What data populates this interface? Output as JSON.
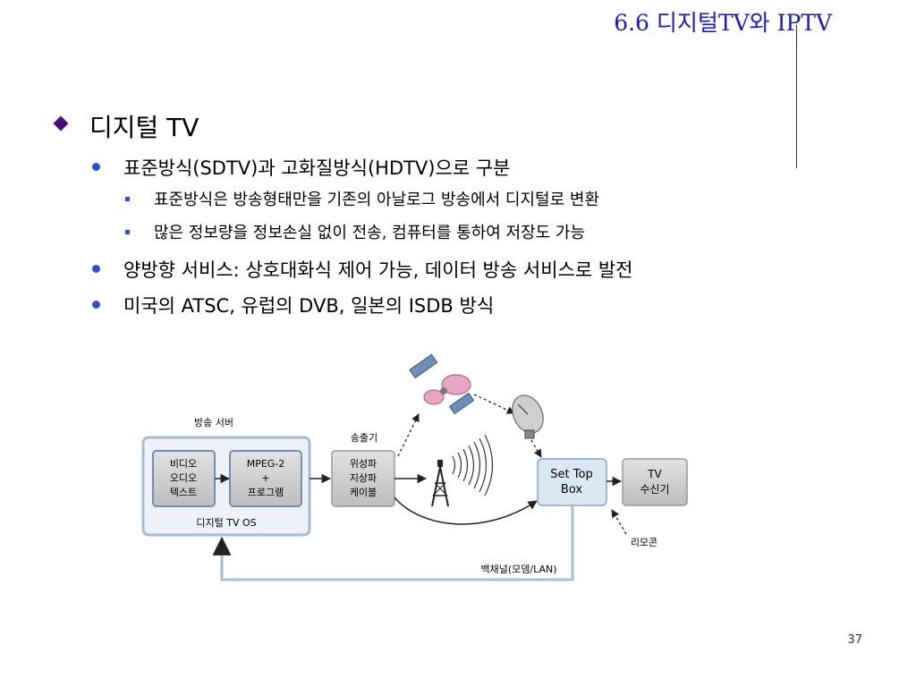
{
  "slide": {
    "title": "6.6 디지털TV와 IPTV",
    "page_number": "37"
  },
  "bullets": {
    "main": "디지털 TV",
    "b1": "표준방식(SDTV)과 고화질방식(HDTV)으로 구분",
    "b1_sub1": "표준방식은 방송형태만을 기존의 아날로그 방송에서 디지털로 변환",
    "b1_sub2": "많은 정보량을 정보손실 없이 전송, 컴퓨터를 통하여 저장도 가능",
    "b2": "양방향 서비스: 상호대화식 제어 가능, 데이터 방송 서비스로 발전",
    "b3": "미국의 ATSC, 유럽의 DVB, 일본의 ISDB 방식"
  },
  "diagram": {
    "server_label": "방송 서버",
    "media_lines": [
      "비디오",
      "오디오",
      "텍스트"
    ],
    "mpeg_lines": [
      "MPEG-2",
      "+",
      "프로그램"
    ],
    "os_label": "디지털 TV OS",
    "transmitter_label": "송출기",
    "transmit_lines": [
      "위성파",
      "지상파",
      "케이블"
    ],
    "stb_lines": [
      "Set Top",
      "Box"
    ],
    "tv_lines": [
      "TV",
      "수신기"
    ],
    "remote_label": "리모콘",
    "back_channel_label": "백채널(모뎀/LAN)"
  },
  "colors": {
    "title": "#1a1acc",
    "diamond": "#4b0d7a",
    "bullet": "#2d4fd6",
    "box_gray": "#c9c9c9",
    "frame_blue": "#a9bcd6",
    "stb_fill": "#dbe8f3"
  }
}
